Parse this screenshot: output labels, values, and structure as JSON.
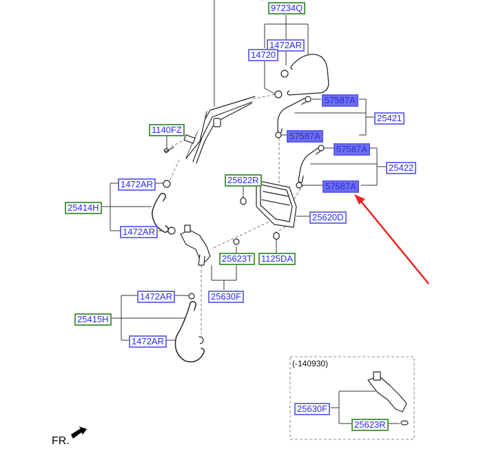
{
  "diagram": {
    "type": "exploded-parts-diagram",
    "highlight_color": "#6f6ff0",
    "label_border_blue": "#6f6ff2",
    "label_border_green": "#4f9a45",
    "label_text_color": "#2a2ae6",
    "pointer_arrow_color": "#e8231f",
    "labels": {
      "p97234Q": "97234Q",
      "p1472AR_top": "1472AR",
      "p14720": "14720",
      "p57587A_1": "57587A",
      "p25421": "25421",
      "p57587A_2": "57587A",
      "p1140FZ": "1140FZ",
      "p57587A_3": "57587A",
      "p25422": "25422",
      "p57587A_4": "57587A",
      "p1472AR_l1": "1472AR",
      "p25622R": "25622R",
      "p25414H": "25414H",
      "p25620D": "25620D",
      "p1472AR_l2": "1472AR",
      "p25623T": "25623T",
      "p1125DA": "1125DA",
      "p25630F": "25630F",
      "p1472AR_l3": "1472AR",
      "p25415H": "25415H",
      "p1472AR_l4": "1472AR",
      "p25630F_inset": "25630F",
      "p25623R_inset": "25623R"
    },
    "inset_note": "(-140930)",
    "front_indicator": "FR."
  }
}
